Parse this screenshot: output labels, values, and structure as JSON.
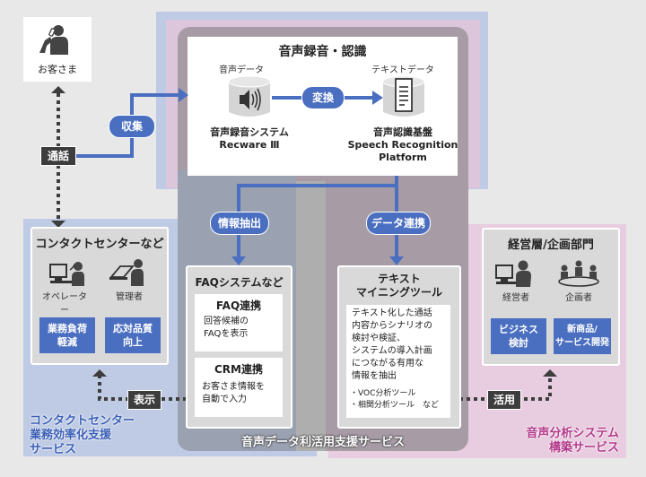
{
  "customer": {
    "label": "お客さま",
    "icon": "person-phone-icon"
  },
  "recording": {
    "title": "音声録音・認識",
    "audio_data_label": "音声データ",
    "text_data_label": "テキストデータ",
    "convert_label": "変換",
    "system_name_line1": "音声録音システム",
    "system_name_line2": "Recware Ⅲ",
    "platform_line1": "音声認識基盤",
    "platform_line2": "Speech Recognition",
    "platform_line3": "Platform"
  },
  "flows": {
    "call": "通話",
    "collect": "収集",
    "extract": "情報抽出",
    "data_link": "データ連携",
    "display": "表示",
    "utilize": "活用"
  },
  "contact_center": {
    "title": "コンタクトセンターなど",
    "operator": "オペレーター",
    "manager": "管理者",
    "benefit1_line1": "業務負荷",
    "benefit1_line2": "軽減",
    "benefit2_line1": "応対品質",
    "benefit2_line2": "向上"
  },
  "faq_system": {
    "title": "FAQシステムなど",
    "faq_title": "FAQ連携",
    "faq_desc_line1": "回答候補の",
    "faq_desc_line2": "FAQを表示",
    "crm_title": "CRM連携",
    "crm_desc_line1": "お客さま情報を",
    "crm_desc_line2": "自動で入力"
  },
  "text_mining": {
    "title_line1": "テキスト",
    "title_line2": "マイニングツール",
    "desc": [
      "テキスト化した通話",
      "内容からシナリオの",
      "検討や検証、",
      "システムの導入計画",
      "につながる有用な",
      "情報を抽出"
    ],
    "bullets": [
      "・VOC分析ツール",
      "・相関分析ツール　など"
    ]
  },
  "management": {
    "title": "経営層/企画部門",
    "executive": "経営者",
    "planner": "企画者",
    "benefit1_line1": "ビジネス",
    "benefit1_line2": "検討",
    "benefit2_line1": "新商品/",
    "benefit2_line2": "サービス開発"
  },
  "services": {
    "contact_center_service": [
      "コンタクトセンター",
      "業務効率化支援",
      "サービス"
    ],
    "voice_data_service": "音声データ利活用支援サービス",
    "analysis_service": [
      "音声分析システム",
      "構築サービス"
    ]
  },
  "colors": {
    "accent_blue": "#4b6fc0",
    "region_blue": "#bfcbe4",
    "region_pink": "#e8cde0",
    "tag_dark": "#3d3d3d",
    "svc_blue_text": "#3a5fb5",
    "svc_pink_text": "#b33a8a"
  }
}
